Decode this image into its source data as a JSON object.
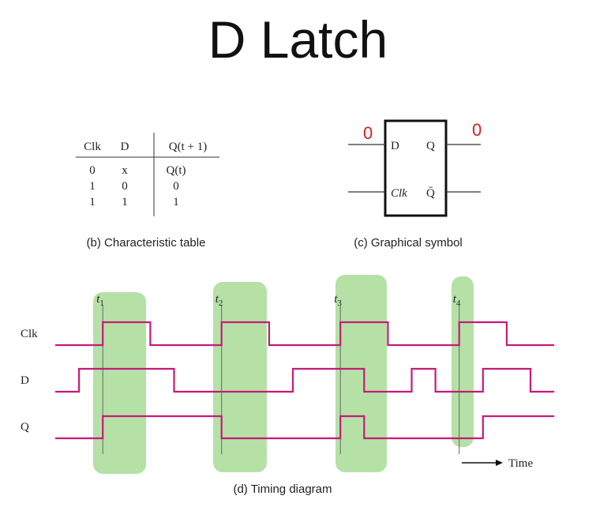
{
  "title": "D Latch",
  "table": {
    "headers": [
      "Clk",
      "D",
      "Q(t + 1)"
    ],
    "rows": [
      [
        "0",
        "x",
        "Q(t)"
      ],
      [
        "1",
        "0",
        "0"
      ],
      [
        "1",
        "1",
        "1"
      ]
    ],
    "caption": "(b) Characteristic table"
  },
  "symbol": {
    "inputs": [
      "D",
      "Clk"
    ],
    "outputs": [
      "Q",
      "Q̄"
    ],
    "annotations": [
      "0",
      "0"
    ],
    "caption": "(c) Graphical symbol"
  },
  "timing": {
    "caption": "(d) Timing diagram",
    "time_label": "Time",
    "markers": [
      {
        "label": "t",
        "sub": "1",
        "time": 4
      },
      {
        "label": "t",
        "sub": "2",
        "time": 14
      },
      {
        "label": "t",
        "sub": "3",
        "time": 24
      },
      {
        "label": "t",
        "sub": "4",
        "time": 34
      }
    ],
    "time_range": [
      0,
      42
    ],
    "signals": [
      {
        "name": "Clk",
        "initial": 0,
        "edges": [
          4,
          8,
          14,
          18,
          24,
          28,
          34,
          38
        ]
      },
      {
        "name": "D",
        "initial": 0,
        "edges": [
          2,
          10,
          20,
          26,
          30,
          32,
          36,
          40
        ]
      },
      {
        "name": "Q",
        "initial": 0,
        "edges": [
          4,
          14,
          24,
          26,
          36
        ]
      }
    ],
    "wave_color": "#c8197a",
    "highlight_color": "#a8dc98",
    "annotation_color": "#d62020"
  }
}
